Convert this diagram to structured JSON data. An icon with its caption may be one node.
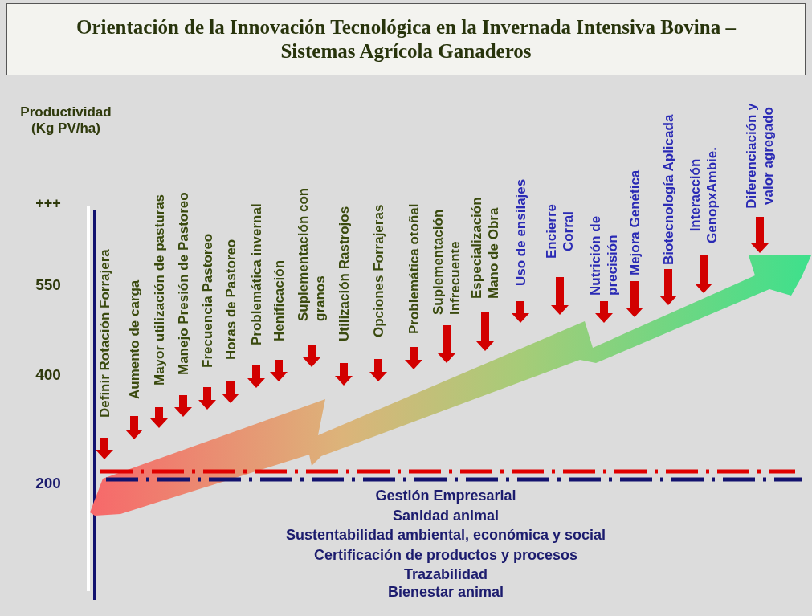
{
  "diagram": {
    "title": "Orientación de la Innovación Tecnológica en la Invernada Intensiva Bovina – Sistemas Agrícola Ganaderos",
    "labels": [
      "Productividad (Kg PV/ha)",
      "+++",
      "550",
      "400",
      "200",
      "Definir Rotación Forrajera",
      "Aumento de carga",
      "Mayor utilización de pasturas",
      "Manejo Presión de Pastoreo",
      "Frecuencia Pastoreo",
      "Horas de Pastoreo",
      "Problemática invernal",
      "Henificación",
      "Suplementación con granos",
      "Utilización Rastrojos",
      "Opciones Forrajeras",
      "Problemática otoñal",
      "Suplementación Infrecuente",
      "Especialización Mano de Obra",
      "Uso de ensilajes",
      "Encierre Corral",
      "Nutrición de precisión",
      "Mejora Genética",
      "Biotecnología Aplicada",
      "Interacción GenopxAmbie.",
      "Diferenciación y valor agregado",
      "Gestión Empresarial",
      "Sanidad animal",
      "Sustentabilidad ambiental, económica y social",
      "Certificación de productos y procesos",
      "Trazabilidad",
      "Bienestar animal"
    ]
  }
}
